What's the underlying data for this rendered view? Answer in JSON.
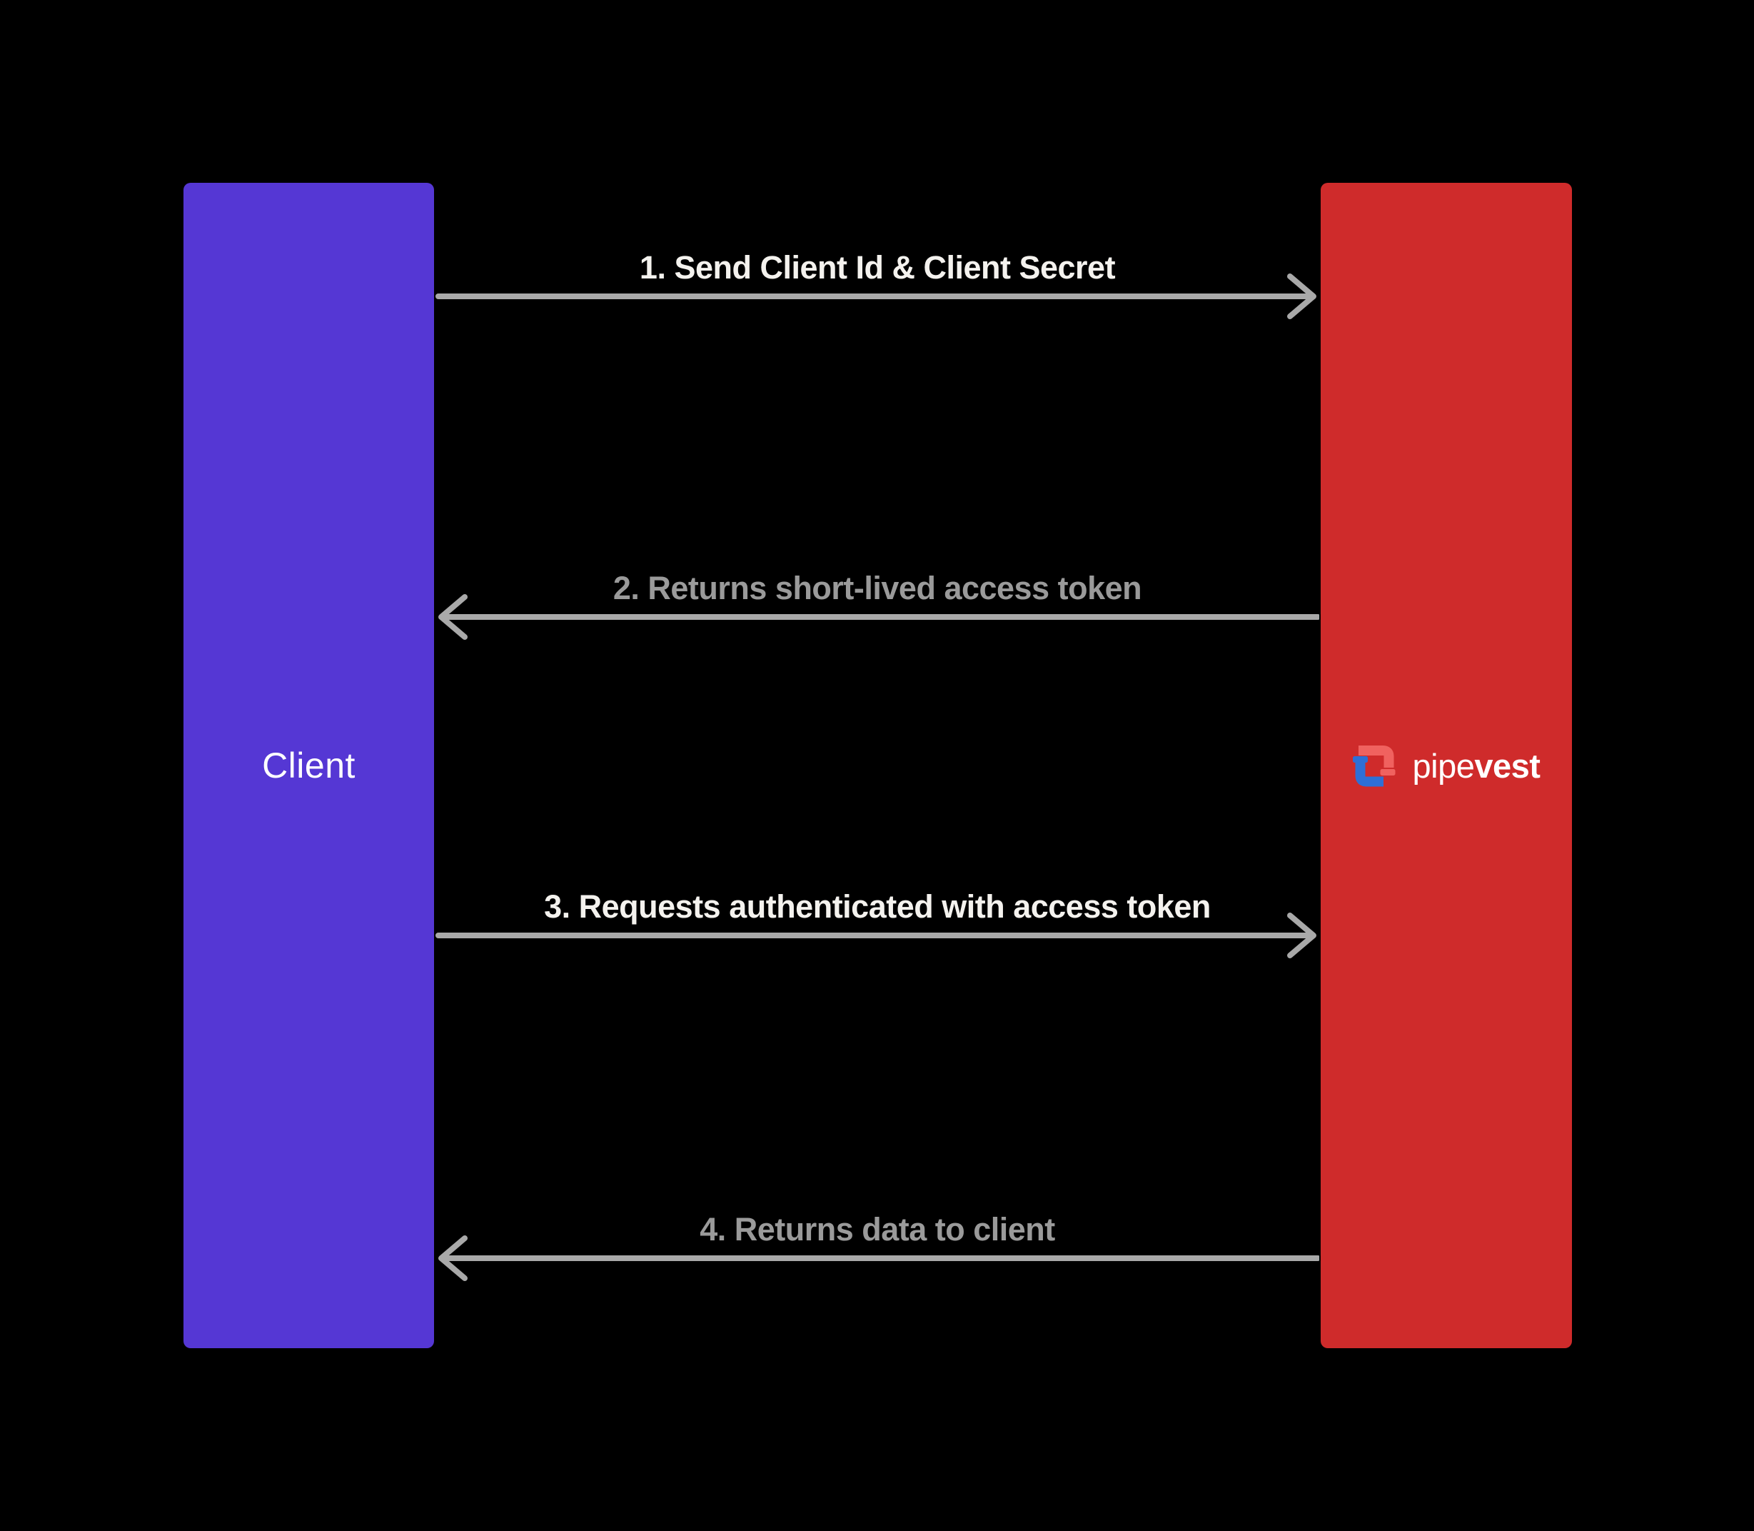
{
  "colors": {
    "background": "#000000",
    "client_bar": "#5537d4",
    "server_bar": "#cf2b2b",
    "arrow": "#a9a9a9",
    "label_bright": "#f4f2ee",
    "label_muted": "#9a9a9a",
    "logo_pipe_salmon": "#f0625f",
    "logo_pipe_blue": "#2e6fd6",
    "wordmark": "#ffffff",
    "client_label": "#ffffff"
  },
  "client": {
    "label": "Client"
  },
  "server": {
    "brand_regular": "pipe",
    "brand_bold": "vest"
  },
  "messages": [
    {
      "label": "1. Send Client Id & Client Secret",
      "direction": "right"
    },
    {
      "label": "2. Returns short-lived access token",
      "direction": "left"
    },
    {
      "label": "3. Requests authenticated with access token",
      "direction": "right"
    },
    {
      "label": "4. Returns data to client",
      "direction": "left"
    }
  ]
}
